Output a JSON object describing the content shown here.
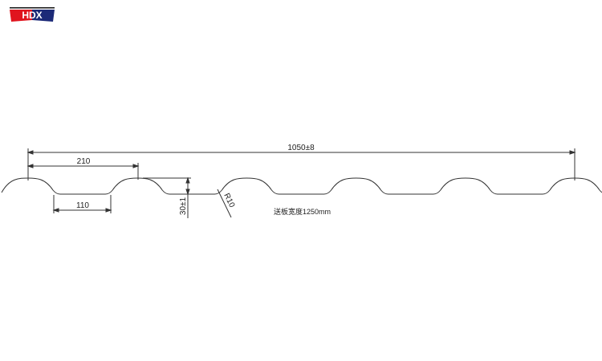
{
  "logo": {
    "text": "HDX",
    "colors": {
      "left": "#e0141e",
      "right": "#1c2a78"
    }
  },
  "drawing": {
    "dimensions": {
      "overall_width": "1050±8",
      "pitch": "210",
      "flat_width": "110",
      "height": "30±1",
      "radius": "R10"
    },
    "note": "送板宽度1250mm",
    "line_color": "#333333"
  }
}
